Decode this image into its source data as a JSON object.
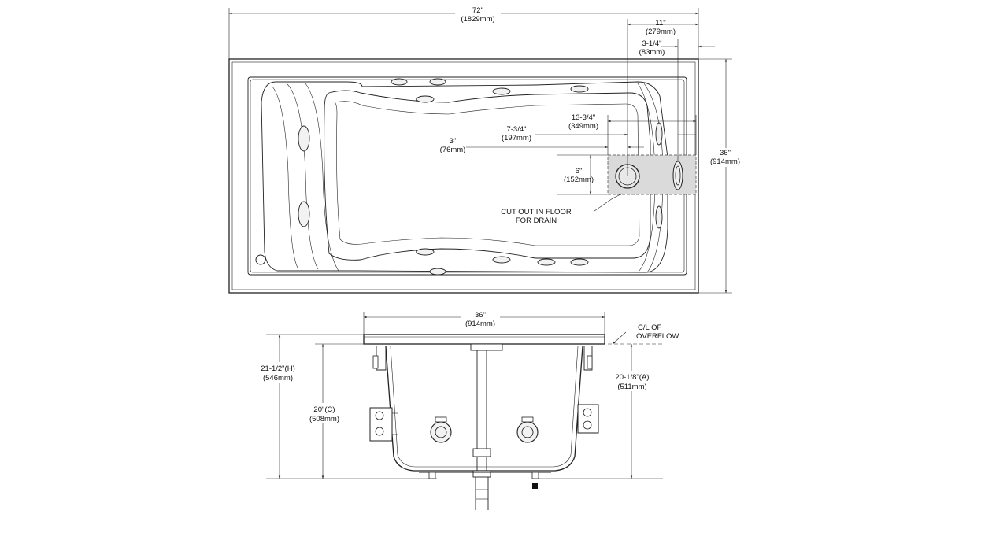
{
  "top_view": {
    "length": {
      "imperial": "72\"",
      "metric": "(1829mm)"
    },
    "width": {
      "imperial": "36\"",
      "metric": "(914mm)"
    },
    "drain_to_end": {
      "imperial": "11\"",
      "metric": "(279mm)"
    },
    "flange": {
      "imperial": "3-1/4\"",
      "metric": "(83mm)"
    },
    "cutout_length": {
      "imperial": "13-3/4\"",
      "metric": "(349mm)"
    },
    "drain_center": {
      "imperial": "7-3/4\"",
      "metric": "(197mm)"
    },
    "drain_offset": {
      "imperial": "3\"",
      "metric": "(76mm)"
    },
    "cutout_width": {
      "imperial": "6\"",
      "metric": "(152mm)"
    },
    "cutout_note": [
      "CUT OUT IN FLOOR",
      "FOR DRAIN"
    ]
  },
  "end_view": {
    "width": {
      "imperial": "36\"",
      "metric": "(914mm)"
    },
    "overflow_note": [
      "C/L OF",
      "OVERFLOW"
    ],
    "total_height": {
      "imperial": "21-1/2\"(H)",
      "metric": "(546mm)"
    },
    "apron_height": {
      "imperial": "20\"(C)",
      "metric": "(508mm)"
    },
    "overflow_height": {
      "imperial": "20-1/8\"(A)",
      "metric": "(511mm)"
    }
  }
}
